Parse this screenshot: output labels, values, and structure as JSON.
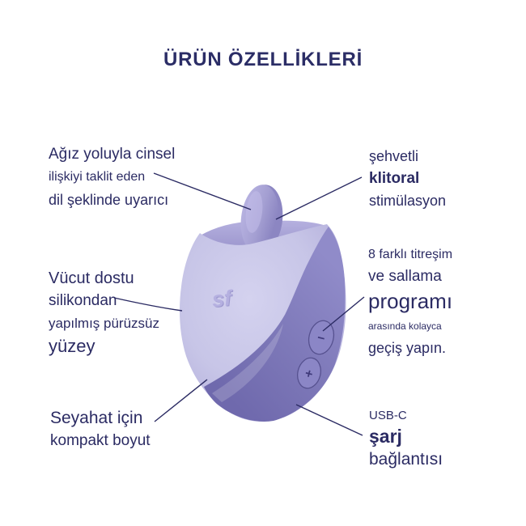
{
  "title": "ÜRÜN ÖZELLİKLERİ",
  "colors": {
    "background": "#ffffff",
    "text": "#2b2b63",
    "leader_line": "#2b2b63",
    "body_light": "#c7c5e7",
    "body_dark": "#7d78b8",
    "tongue": "#a49fd2"
  },
  "callouts": {
    "left_top": {
      "lines": [
        "Ağız yoluyla cinsel",
        "ilişkiyi taklit eden",
        "dil şeklinde uyarıcı"
      ]
    },
    "left_middle": {
      "lines": [
        "Vücut dostu",
        "silikondan",
        "yapılmış pürüzsüz",
        "yüzey"
      ]
    },
    "left_bottom": {
      "lines": [
        "Seyahat için",
        "kompakt boyut"
      ]
    },
    "right_top": {
      "lines": [
        "şehvetli",
        "klitoral",
        "stimülasyon"
      ]
    },
    "right_middle": {
      "lines": [
        "8 farklı titreşim",
        "ve sallama",
        "programı",
        "arasında kolayca",
        "geçiş yapın."
      ]
    },
    "right_bottom": {
      "lines": [
        "USB-C",
        "şarj",
        "bağlantısı"
      ]
    }
  },
  "product": {
    "logo": "sf",
    "minus_label": "−",
    "plus_label": "+"
  }
}
